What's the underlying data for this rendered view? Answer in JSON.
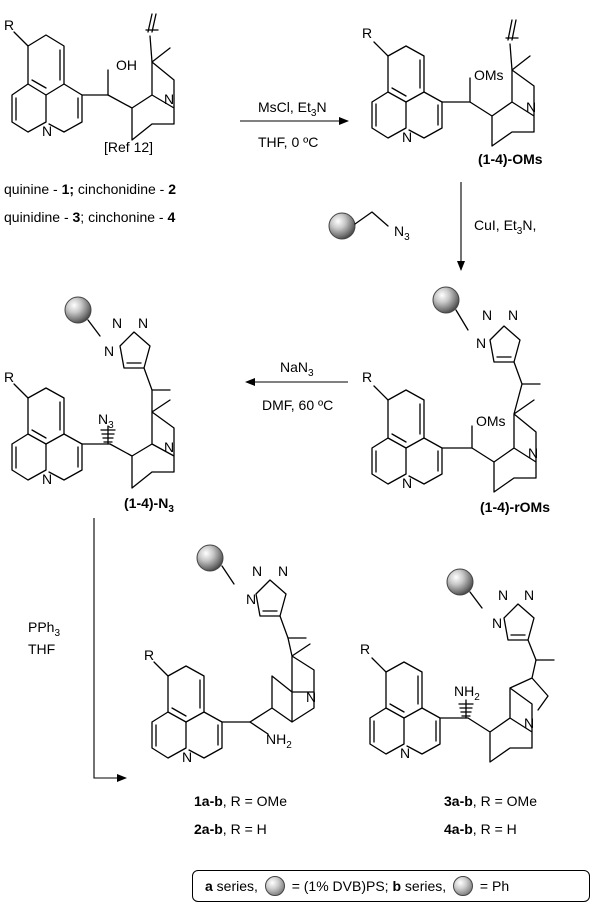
{
  "compounds": {
    "start": {
      "substituent": "R",
      "hydroxyl": "OH",
      "nitrogen": "N",
      "ref": "[Ref 12]",
      "names_line1": {
        "a": "quinine - ",
        "b": "1;",
        "c": " cinchonidine - ",
        "d": "2"
      },
      "names_line2": {
        "a": "quinidine - ",
        "b": "3",
        "c": "; cinchonine - ",
        "d": "4"
      }
    },
    "mesylate": {
      "substituent": "R",
      "group": "OMs",
      "nitrogen": "N",
      "label": "(1-4)-OMs"
    },
    "resin_mesylate": {
      "substituent": "R",
      "group": "OMs",
      "nitrogen": "N",
      "triazole_n": "N",
      "label": "(1-4)-rOMs"
    },
    "azide": {
      "substituent": "R",
      "group_main": "N",
      "group_sub": "3",
      "nitrogen": "N",
      "triazole_n": "N",
      "label_main": "(1-4)-N",
      "label_sub": "3"
    },
    "amine_left": {
      "substituent": "R",
      "group_main": "NH",
      "group_sub": "2",
      "nitrogen": "N",
      "triazole_n": "N",
      "label1_bold": "1a-b",
      "label1_rest": ", R = OMe",
      "label2_bold": "2a-b",
      "label2_rest": ", R = H"
    },
    "amine_right": {
      "substituent": "R",
      "group_main": "NH",
      "group_sub": "2",
      "nitrogen": "N",
      "triazole_n": "N",
      "label1_bold": "3a-b",
      "label1_rest": ", R = OMe",
      "label2_bold": "4a-b",
      "label2_rest": ", R = H"
    }
  },
  "reagents": {
    "step1_top_a": "MsCl, Et",
    "step1_top_sub": "3",
    "step1_top_b": "N",
    "step1_bottom": "THF, 0 ºC",
    "step2_azide_main": "N",
    "step2_azide_sub": "3",
    "step2_right_a": "CuI, Et",
    "step2_right_sub": "3",
    "step2_right_b": "N,",
    "step3_top_a": "NaN",
    "step3_top_sub": "3",
    "step3_bottom": "DMF, 60 ºC",
    "step4_a": "PPh",
    "step4_sub": "3",
    "step4_b": "THF"
  },
  "legend": {
    "a_bold": "a",
    "a_text": " series, ",
    "a_eq": " = (1% DVB)PS; ",
    "b_bold": "b",
    "b_text": " series, ",
    "b_eq": " = Ph"
  }
}
